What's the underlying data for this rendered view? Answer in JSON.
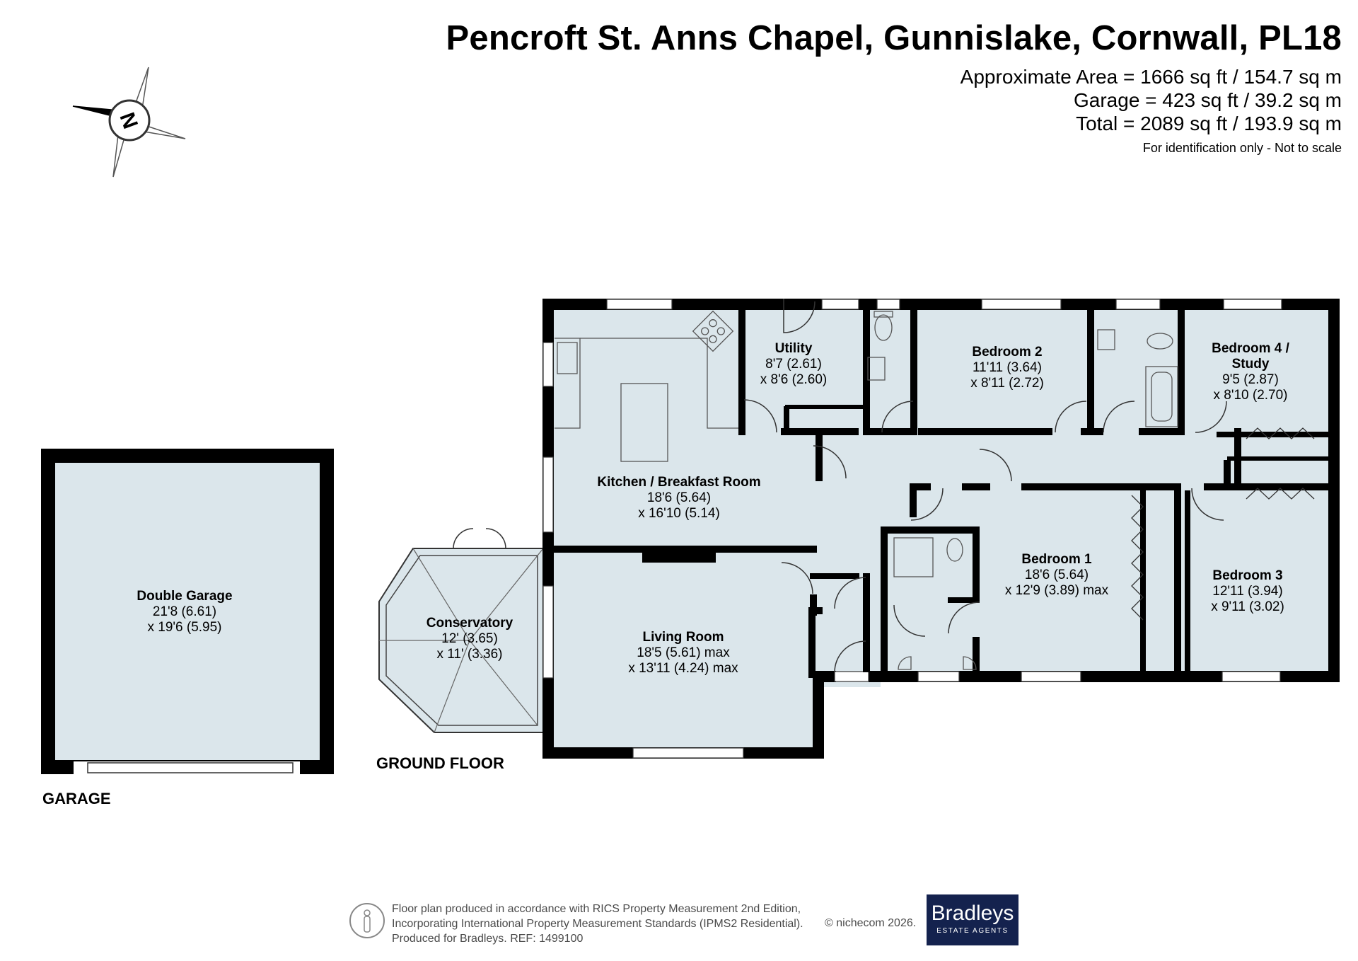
{
  "header": {
    "title": "Pencroft St. Anns Chapel, Gunnislake, Cornwall, PL18",
    "area_lines": [
      "Approximate Area = 1666 sq ft / 154.7 sq m",
      "Garage = 423 sq ft / 39.2 sq m",
      "Total = 2089 sq ft / 193.9 sq m"
    ],
    "note": "For identification only - Not to scale"
  },
  "compass": {
    "letter": "N"
  },
  "floors": {
    "garage": "GARAGE",
    "ground": "GROUND FLOOR"
  },
  "rooms": {
    "garage": {
      "name": "Double Garage",
      "dim1": "21'8 (6.61)",
      "dim2": "x 19'6 (5.95)"
    },
    "kitchen": {
      "name": "Kitchen / Breakfast Room",
      "dim1": "18'6 (5.64)",
      "dim2": "x 16'10 (5.14)"
    },
    "utility": {
      "name": "Utility",
      "dim1": "8'7 (2.61)",
      "dim2": "x 8'6 (2.60)"
    },
    "bedroom2": {
      "name": "Bedroom 2",
      "dim1": "11'11 (3.64)",
      "dim2": "x 8'11 (2.72)"
    },
    "bedroom4": {
      "name": "Bedroom 4 /",
      "name2": "Study",
      "dim1": "9'5 (2.87)",
      "dim2": "x 8'10 (2.70)"
    },
    "conservatory": {
      "name": "Conservatory",
      "dim1": "12' (3.65)",
      "dim2": "x 11' (3.36)"
    },
    "living": {
      "name": "Living Room",
      "dim1": "18'5 (5.61) max",
      "dim2": "x 13'11 (4.24) max"
    },
    "bedroom1": {
      "name": "Bedroom 1",
      "dim1": "18'6 (5.64)",
      "dim2": "x 12'9 (3.89) max"
    },
    "bedroom3": {
      "name": "Bedroom 3",
      "dim1": "12'11 (3.94)",
      "dim2": "x 9'11 (3.02)"
    }
  },
  "footer": {
    "lines": [
      "Floor plan produced in accordance with RICS Property Measurement 2nd Edition,",
      "Incorporating International Property Measurement Standards (IPMS2 Residential).",
      "Produced for Bradleys.   REF: 1499100"
    ],
    "copyright": "© nichecom 2026.",
    "logo_name": "Bradleys",
    "logo_sub": "ESTATE AGENTS"
  },
  "colors": {
    "room_fill": "#dbe6eb",
    "wall": "#000000",
    "logo_bg": "#14224e"
  }
}
